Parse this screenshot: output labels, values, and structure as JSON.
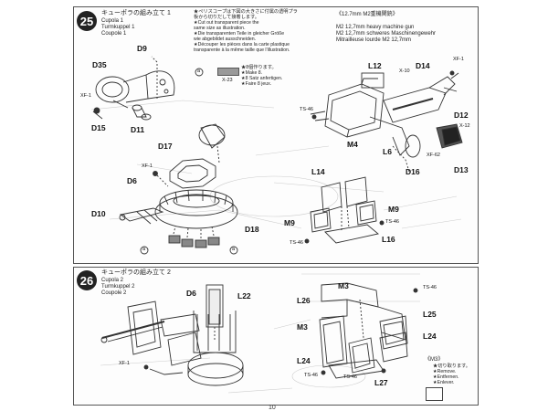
{
  "step25": {
    "number": "25",
    "title_jp": "キューポラの組み立て 1",
    "title_en": "Cupola 1",
    "title_de": "Turmkuppel 1",
    "title_fr": "Coupole 1",
    "note_lines": [
      "★ペリスコープは下図の大きさに付属の透明プラ",
      "板から切りだして接着します。",
      "★Cut out transparent piece the",
      "same size as illustration.",
      "★Die transparenten Teile in gleicher Größe",
      "wie abgebildet ausschneiden.",
      "★Découper les pièces dans la carte plastique",
      "transparente à la même taille que l'illustration."
    ],
    "make_lines": [
      "★8個作ります。",
      "★Make 8.",
      "★8 Satz anfertigen.",
      "★Faire 8 jeux."
    ],
    "chip_label": "X-23",
    "gun_title_jp": "《12.7mm M2重機関銃》",
    "gun_title_en": "M2 12,7mm heavy machine gun",
    "gun_title_de": "M2 12,7mm schweres Maschinengewehr",
    "gun_title_fr": "Mitrailleuse lourde M2 12,7mm",
    "parts": {
      "d9": "D9",
      "d35": "D35",
      "xf1a": "XF-1",
      "d15": "D15",
      "d11": "D11",
      "d17": "D17",
      "xf1b": "XF-1",
      "d6": "D6",
      "d10": "D10",
      "d18": "D18",
      "a1": "a",
      "a2": "a",
      "a3": "a",
      "l12": "L12",
      "x10": "X-10",
      "d14": "D14",
      "xf1c": "XF-1",
      "ts46a": "TS-46",
      "m4": "M4",
      "l6": "L6",
      "d12": "D12",
      "x12": "X-12",
      "xf62": "XF-62",
      "d16": "D16",
      "d13": "D13",
      "l14": "L14",
      "m9a": "M9",
      "m9b": "M9",
      "ts46b": "TS-46",
      "ts46c": "TS-46",
      "l16": "L16"
    }
  },
  "step26": {
    "number": "26",
    "title_jp": "キューポラの組み立て 2",
    "title_en": "Cupola 2",
    "title_de": "Turmkuppel 2",
    "title_fr": "Coupole 2",
    "parts": {
      "d6": "D6",
      "l22": "L22",
      "xf1": "XF-1",
      "m3a": "M3",
      "ts46a": "TS-46",
      "l26": "L26",
      "l25": "L25",
      "m3b": "M3",
      "l24a": "L24",
      "l24b": "L24",
      "ts46b": "TS-46",
      "ts46c": "TS-46",
      "l27": "L27"
    },
    "m3_box_title": "《M3》",
    "m3_box_lines": [
      "★切り取ります。",
      "★Remove.",
      "★Entfernen.",
      "★Enlever."
    ]
  },
  "page_number": "10"
}
